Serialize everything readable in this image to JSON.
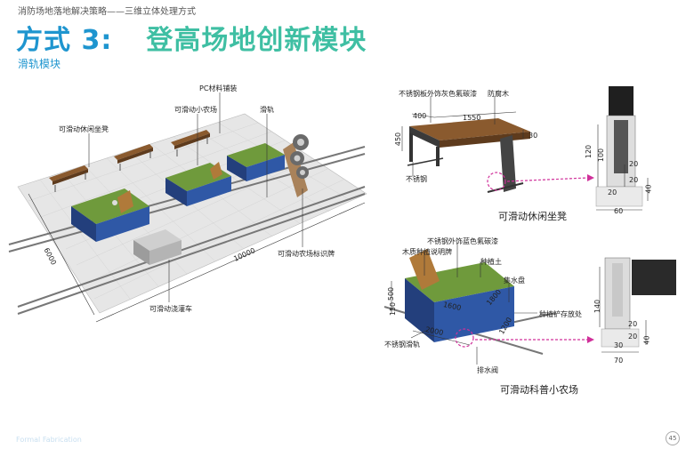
{
  "header": {
    "breadcrumb": "消防场地落地解决策略——三维立体处理方式",
    "title_mode": "方式   3:",
    "title_topic": "登高场地创新模块",
    "subheading": "滑轨模块"
  },
  "left_scene": {
    "labels": {
      "pc_paving": "PC材料铺装",
      "mini_farm": "可滑动小农场",
      "rail": "滑轨",
      "bench": "可滑动休闲坐凳",
      "sign": "可滑动农场标识牌",
      "sprinkler": "可滑动浇灌车"
    },
    "dims": {
      "width": "10000",
      "depth": "6000"
    }
  },
  "bench_detail": {
    "labels": {
      "board": "不锈钢板外饰灰色氟碳漆",
      "wood": "防腐木",
      "steel": "不锈钢"
    },
    "dims": {
      "d400": "400",
      "d1550": "1550",
      "d450": "450",
      "d30": "30"
    },
    "section_dims": {
      "d120": "120",
      "d100": "100",
      "d20a": "20",
      "d20b": "20",
      "d20c": "20",
      "d40": "40",
      "d60": "60"
    },
    "caption": "可滑动休闲坐凳"
  },
  "farm_detail": {
    "labels": {
      "wood_sign": "木质种植说明牌",
      "box_finish": "不锈钢外饰蓝色氟碳漆",
      "soil": "种植土",
      "water_tray": "集水盘",
      "shovel": "种植铲存放处",
      "steel_rail": "不锈钢滑轨",
      "drain": "排水阀"
    },
    "dims": {
      "d500": "500",
      "d1600": "1600",
      "d2000": "2000",
      "d1200": "1200",
      "d1800": "1800",
      "d150": "150"
    },
    "section_dims": {
      "d140": "140",
      "d20a": "20",
      "d20b": "20",
      "d40": "40",
      "d30": "30",
      "d70": "70"
    },
    "caption": "可滑动科普小农场"
  },
  "footer": {
    "brand": "Formal Fabrication",
    "page": "45"
  },
  "colors": {
    "title_blue": "#1e95cf",
    "title_teal": "#3fbfa3",
    "box_blue": "#2f58a6",
    "soil_green": "#6f9a3c",
    "wood": "#8a5a2e",
    "arrow_magenta": "#d0309a"
  }
}
